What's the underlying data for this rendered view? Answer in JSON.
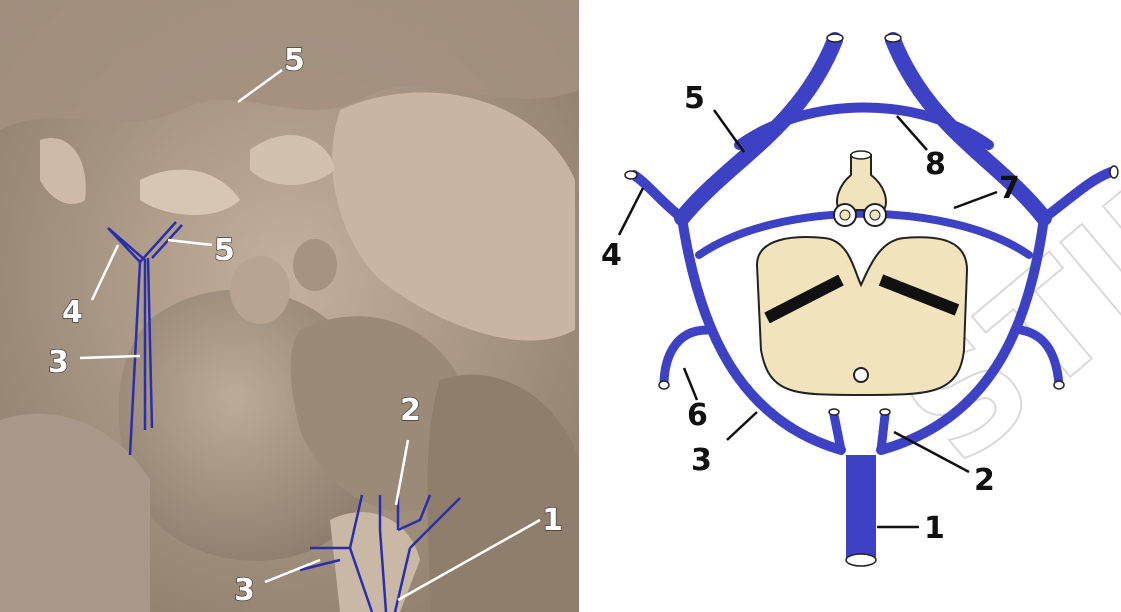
{
  "photo": {
    "labels": [
      "5",
      "5",
      "4",
      "3",
      "2",
      "1",
      "3"
    ]
  },
  "diagram": {
    "labels": [
      "5",
      "8",
      "7",
      "4",
      "6",
      "3",
      "2",
      "1"
    ]
  },
  "colors": {
    "vessel": "#3d42c4",
    "vessel_dark": "#1c1f8a",
    "cutout_fill": "#f1e4bd",
    "tissue": "#b8a48f",
    "leader": "#111111"
  },
  "watermark": "STIMY"
}
